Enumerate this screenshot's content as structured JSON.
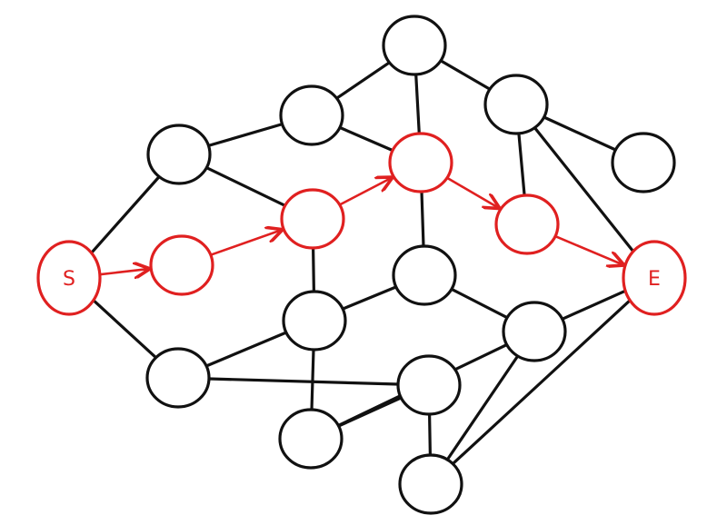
{
  "diagram": {
    "colors": {
      "path": "#e02020",
      "default": "#111111",
      "background": "#ffffff"
    },
    "nodes": [
      {
        "id": "S",
        "label": "S",
        "highlight": true
      },
      {
        "id": "r1",
        "label": "",
        "highlight": true
      },
      {
        "id": "r2",
        "label": "",
        "highlight": true
      },
      {
        "id": "r3",
        "label": "",
        "highlight": true
      },
      {
        "id": "r4",
        "label": "",
        "highlight": true
      },
      {
        "id": "E",
        "label": "E",
        "highlight": true
      },
      {
        "id": "top",
        "label": "",
        "highlight": false
      },
      {
        "id": "ml",
        "label": "",
        "highlight": false
      },
      {
        "id": "ul",
        "label": "",
        "highlight": false
      },
      {
        "id": "tr",
        "label": "",
        "highlight": false
      },
      {
        "id": "far",
        "label": "",
        "highlight": false
      },
      {
        "id": "c",
        "label": "",
        "highlight": false
      },
      {
        "id": "mc",
        "label": "",
        "highlight": false
      },
      {
        "id": "ll",
        "label": "",
        "highlight": false
      },
      {
        "id": "lc",
        "label": "",
        "highlight": false
      },
      {
        "id": "rc",
        "label": "",
        "highlight": false
      },
      {
        "id": "bc",
        "label": "",
        "highlight": false
      },
      {
        "id": "bot",
        "label": "",
        "highlight": false
      }
    ],
    "edges": [
      {
        "from": "S",
        "to": "r1",
        "path": true
      },
      {
        "from": "r1",
        "to": "r2",
        "path": true
      },
      {
        "from": "r2",
        "to": "r3",
        "path": true
      },
      {
        "from": "r3",
        "to": "r4",
        "path": true
      },
      {
        "from": "r4",
        "to": "E",
        "path": true
      },
      {
        "from": "S",
        "to": "ul",
        "path": false
      },
      {
        "from": "S",
        "to": "ll",
        "path": false
      },
      {
        "from": "ul",
        "to": "ml",
        "path": false
      },
      {
        "from": "ul",
        "to": "r2",
        "path": false
      },
      {
        "from": "ml",
        "to": "top",
        "path": false
      },
      {
        "from": "ml",
        "to": "r3",
        "path": false
      },
      {
        "from": "top",
        "to": "r3",
        "path": false
      },
      {
        "from": "top",
        "to": "tr",
        "path": false
      },
      {
        "from": "tr",
        "to": "far",
        "path": false
      },
      {
        "from": "tr",
        "to": "r4",
        "path": false
      },
      {
        "from": "tr",
        "to": "E",
        "path": false
      },
      {
        "from": "r3",
        "to": "c",
        "path": false
      },
      {
        "from": "r2",
        "to": "mc",
        "path": false
      },
      {
        "from": "mc",
        "to": "c",
        "path": false
      },
      {
        "from": "mc",
        "to": "ll",
        "path": false
      },
      {
        "from": "mc",
        "to": "bc",
        "path": false
      },
      {
        "from": "c",
        "to": "rc",
        "path": false
      },
      {
        "from": "rc",
        "to": "E",
        "path": false
      },
      {
        "from": "rc",
        "to": "bc",
        "path": false
      },
      {
        "from": "rc",
        "to": "bot",
        "path": false
      },
      {
        "from": "ll",
        "to": "lc",
        "path": false
      },
      {
        "from": "lc",
        "to": "bc",
        "path": false
      },
      {
        "from": "lc",
        "to": "bot",
        "path": false
      },
      {
        "from": "bot",
        "to": "E",
        "path": false
      }
    ]
  }
}
